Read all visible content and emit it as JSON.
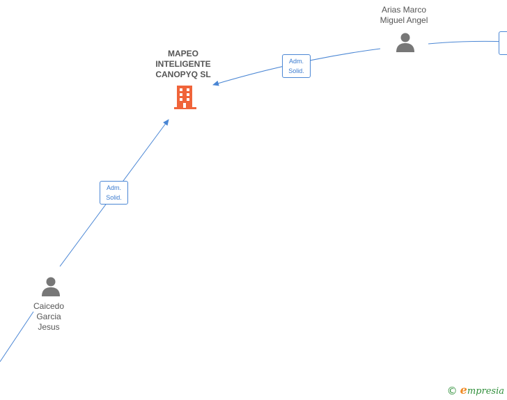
{
  "colors": {
    "edge": "#4a86d4",
    "person_icon": "#777777",
    "company_icon": "#f0643a",
    "badge_text": "#3b7bcf",
    "brand_green": "#2f8f3a",
    "brand_orange": "#f08a24"
  },
  "company": {
    "name": "MAPEO\nINTELIGENTE\nCANOPYQ  SL",
    "icon": "building-icon"
  },
  "people": [
    {
      "id": "arias",
      "name": "Arias Marco\nMiguel Angel",
      "icon": "person-icon"
    },
    {
      "id": "caicedo",
      "name": "Caicedo\nGarcia\nJesus",
      "icon": "person-icon"
    }
  ],
  "edges": [
    {
      "from": "arias",
      "to": "company",
      "label": "Adm.\nSolid."
    },
    {
      "from": "caicedo",
      "to": "company",
      "label": "Adm.\nSolid."
    }
  ],
  "watermark": {
    "symbol": "©",
    "brand_first": "e",
    "brand_rest": "mpresia"
  }
}
